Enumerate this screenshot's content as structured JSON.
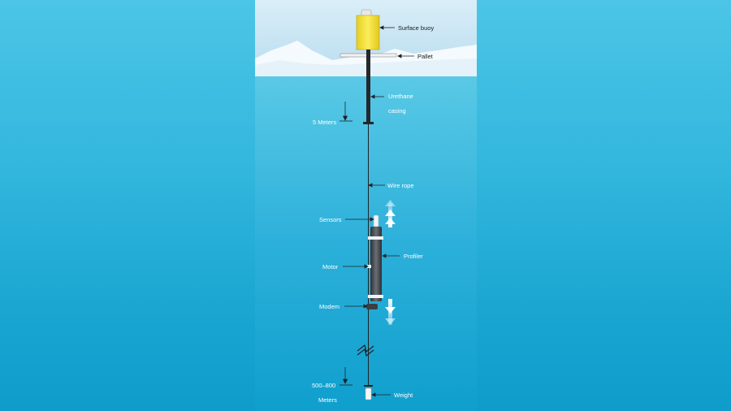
{
  "labels": {
    "surface_buoy": "Surface buoy",
    "pallet": "Pallet",
    "urethane_casing_1": "Urethane",
    "urethane_casing_2": "casing",
    "five_meters": "5 Meters",
    "wire_rope": "Wire rope",
    "sensors": "Sensors",
    "profiler": "Profiler",
    "motor": "Motor",
    "modem": "Modem",
    "depth_1": "500–800",
    "depth_2": "Meters",
    "weight": "Weight"
  },
  "colors": {
    "water_top": "#5ac9e6",
    "water_bottom": "#0f9fcd",
    "sky": "#cfe8f5",
    "buoy": "#f3e23a",
    "profiler": "#4a4d52"
  }
}
